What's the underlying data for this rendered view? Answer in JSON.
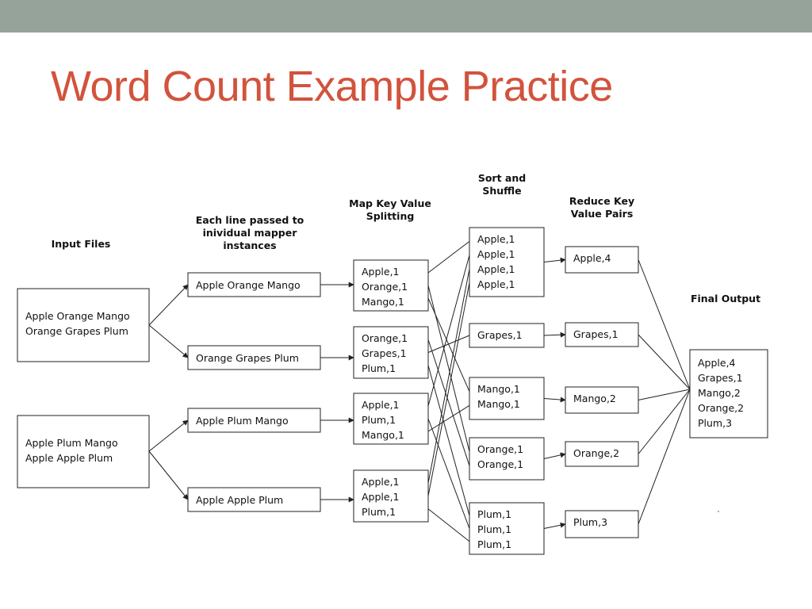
{
  "slide": {
    "title": "Word Count Example Practice"
  },
  "stages": {
    "input": "Input Files",
    "split": [
      "Each line passed to",
      "inividual mapper",
      "instances"
    ],
    "map": [
      "Map Key Value",
      "Splitting"
    ],
    "shuffle": [
      "Sort and",
      "Shuffle"
    ],
    "reduce": [
      "Reduce Key",
      "Value Pairs"
    ],
    "output": "Final Output"
  },
  "nodes": {
    "inputs": [
      [
        "Apple Orange Mango",
        "Orange Grapes Plum"
      ],
      [
        "Apple Plum Mango",
        "Apple Apple Plum"
      ]
    ],
    "splits": [
      "Apple Orange Mango",
      "Orange Grapes Plum",
      "Apple Plum Mango",
      "Apple Apple Plum"
    ],
    "maps": [
      [
        "Apple,1",
        "Orange,1",
        "Mango,1"
      ],
      [
        "Orange,1",
        "Grapes,1",
        "Plum,1"
      ],
      [
        "Apple,1",
        "Plum,1",
        "Mango,1"
      ],
      [
        "Apple,1",
        "Apple,1",
        "Plum,1"
      ]
    ],
    "shuffles": [
      [
        "Apple,1",
        "Apple,1",
        "Apple,1",
        "Apple,1"
      ],
      [
        "Grapes,1"
      ],
      [
        "Mango,1",
        "Mango,1"
      ],
      [
        "Orange,1",
        "Orange,1"
      ],
      [
        "Plum,1",
        "Plum,1",
        "Plum,1"
      ]
    ],
    "reduces": [
      "Apple,4",
      "Grapes,1",
      "Mango,2",
      "Orange,2",
      "Plum,3"
    ],
    "final": [
      "Apple,4",
      "Grapes,1",
      "Mango,2",
      "Orange,2",
      "Plum,3"
    ]
  }
}
